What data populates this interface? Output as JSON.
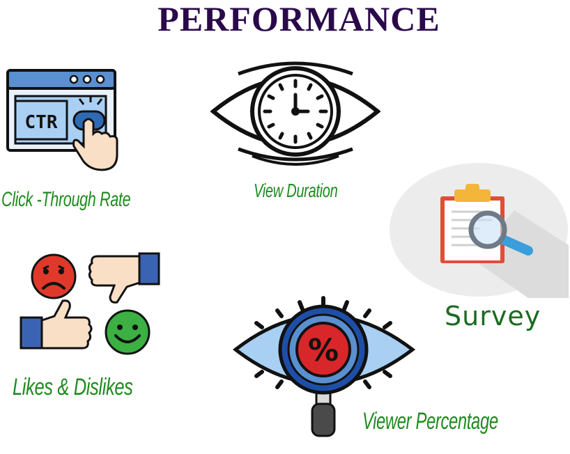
{
  "title": "PERFORMANCE",
  "items": {
    "ctr": {
      "label": "Click -Through Rate",
      "badge": "CTR"
    },
    "view_duration": {
      "label": "View Duration"
    },
    "survey": {
      "label": "Survey"
    },
    "likes_dislikes": {
      "label": "Likes & Dislikes"
    },
    "viewer_percentage": {
      "label": "Viewer Percentage",
      "symbol": "%"
    }
  },
  "colors": {
    "title": "#2a0a4a",
    "label_green": "#1f8a1f",
    "accent_blue": "#5a8fd0",
    "sad_red": "#e0392b",
    "happy_green": "#3cb043"
  }
}
